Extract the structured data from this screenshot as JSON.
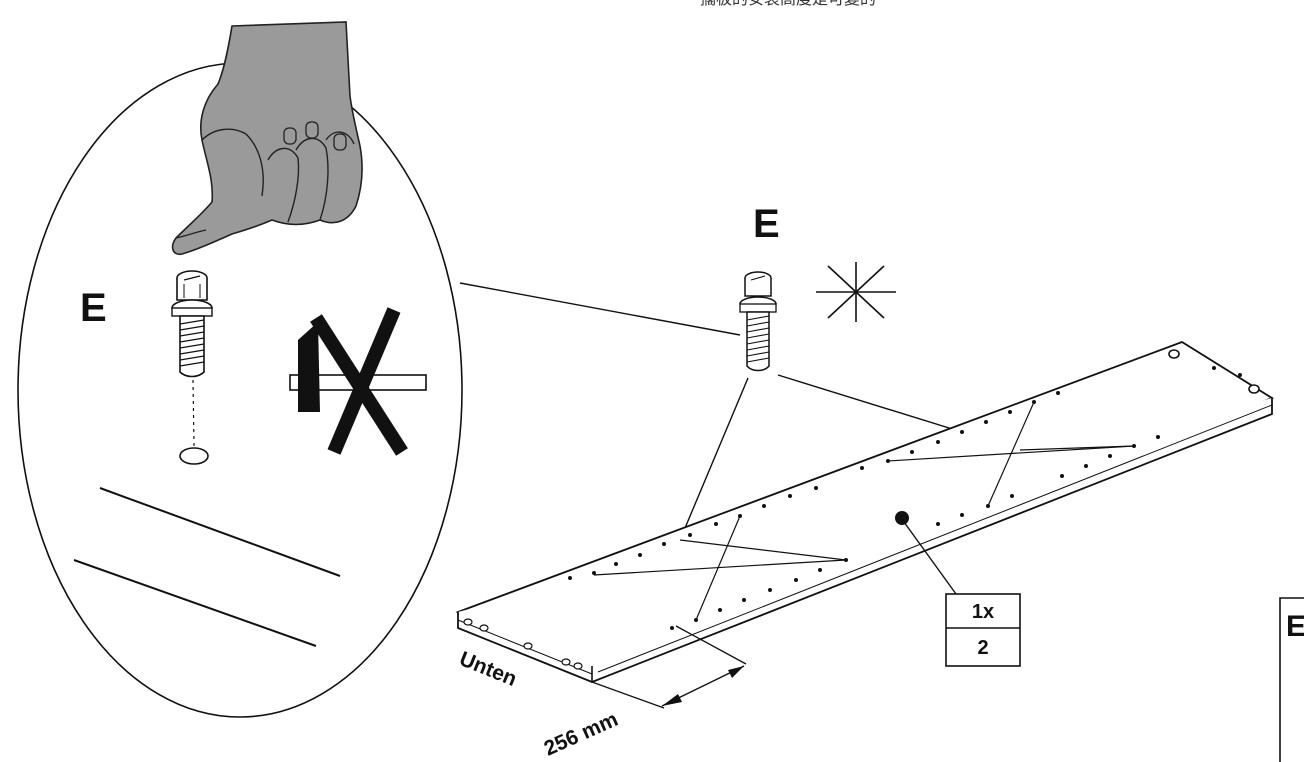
{
  "header": {
    "caption": "擱板的安裝高度是可變的"
  },
  "detail": {
    "part_letter": "E"
  },
  "main": {
    "part_letter": "E",
    "bottom_label": "Unten",
    "dimension_label": "256 mm"
  },
  "parts_box": {
    "quantity": "1x",
    "part_number": "2"
  },
  "right_edge_box": {
    "letter": "E"
  },
  "colors": {
    "line": "#111111",
    "hand": "#9a9a9a",
    "background": "#ffffff"
  },
  "icons": [
    "hand-icon",
    "screw-icon",
    "hammer-icon",
    "prohibited-x-icon",
    "sparkle-icon"
  ]
}
